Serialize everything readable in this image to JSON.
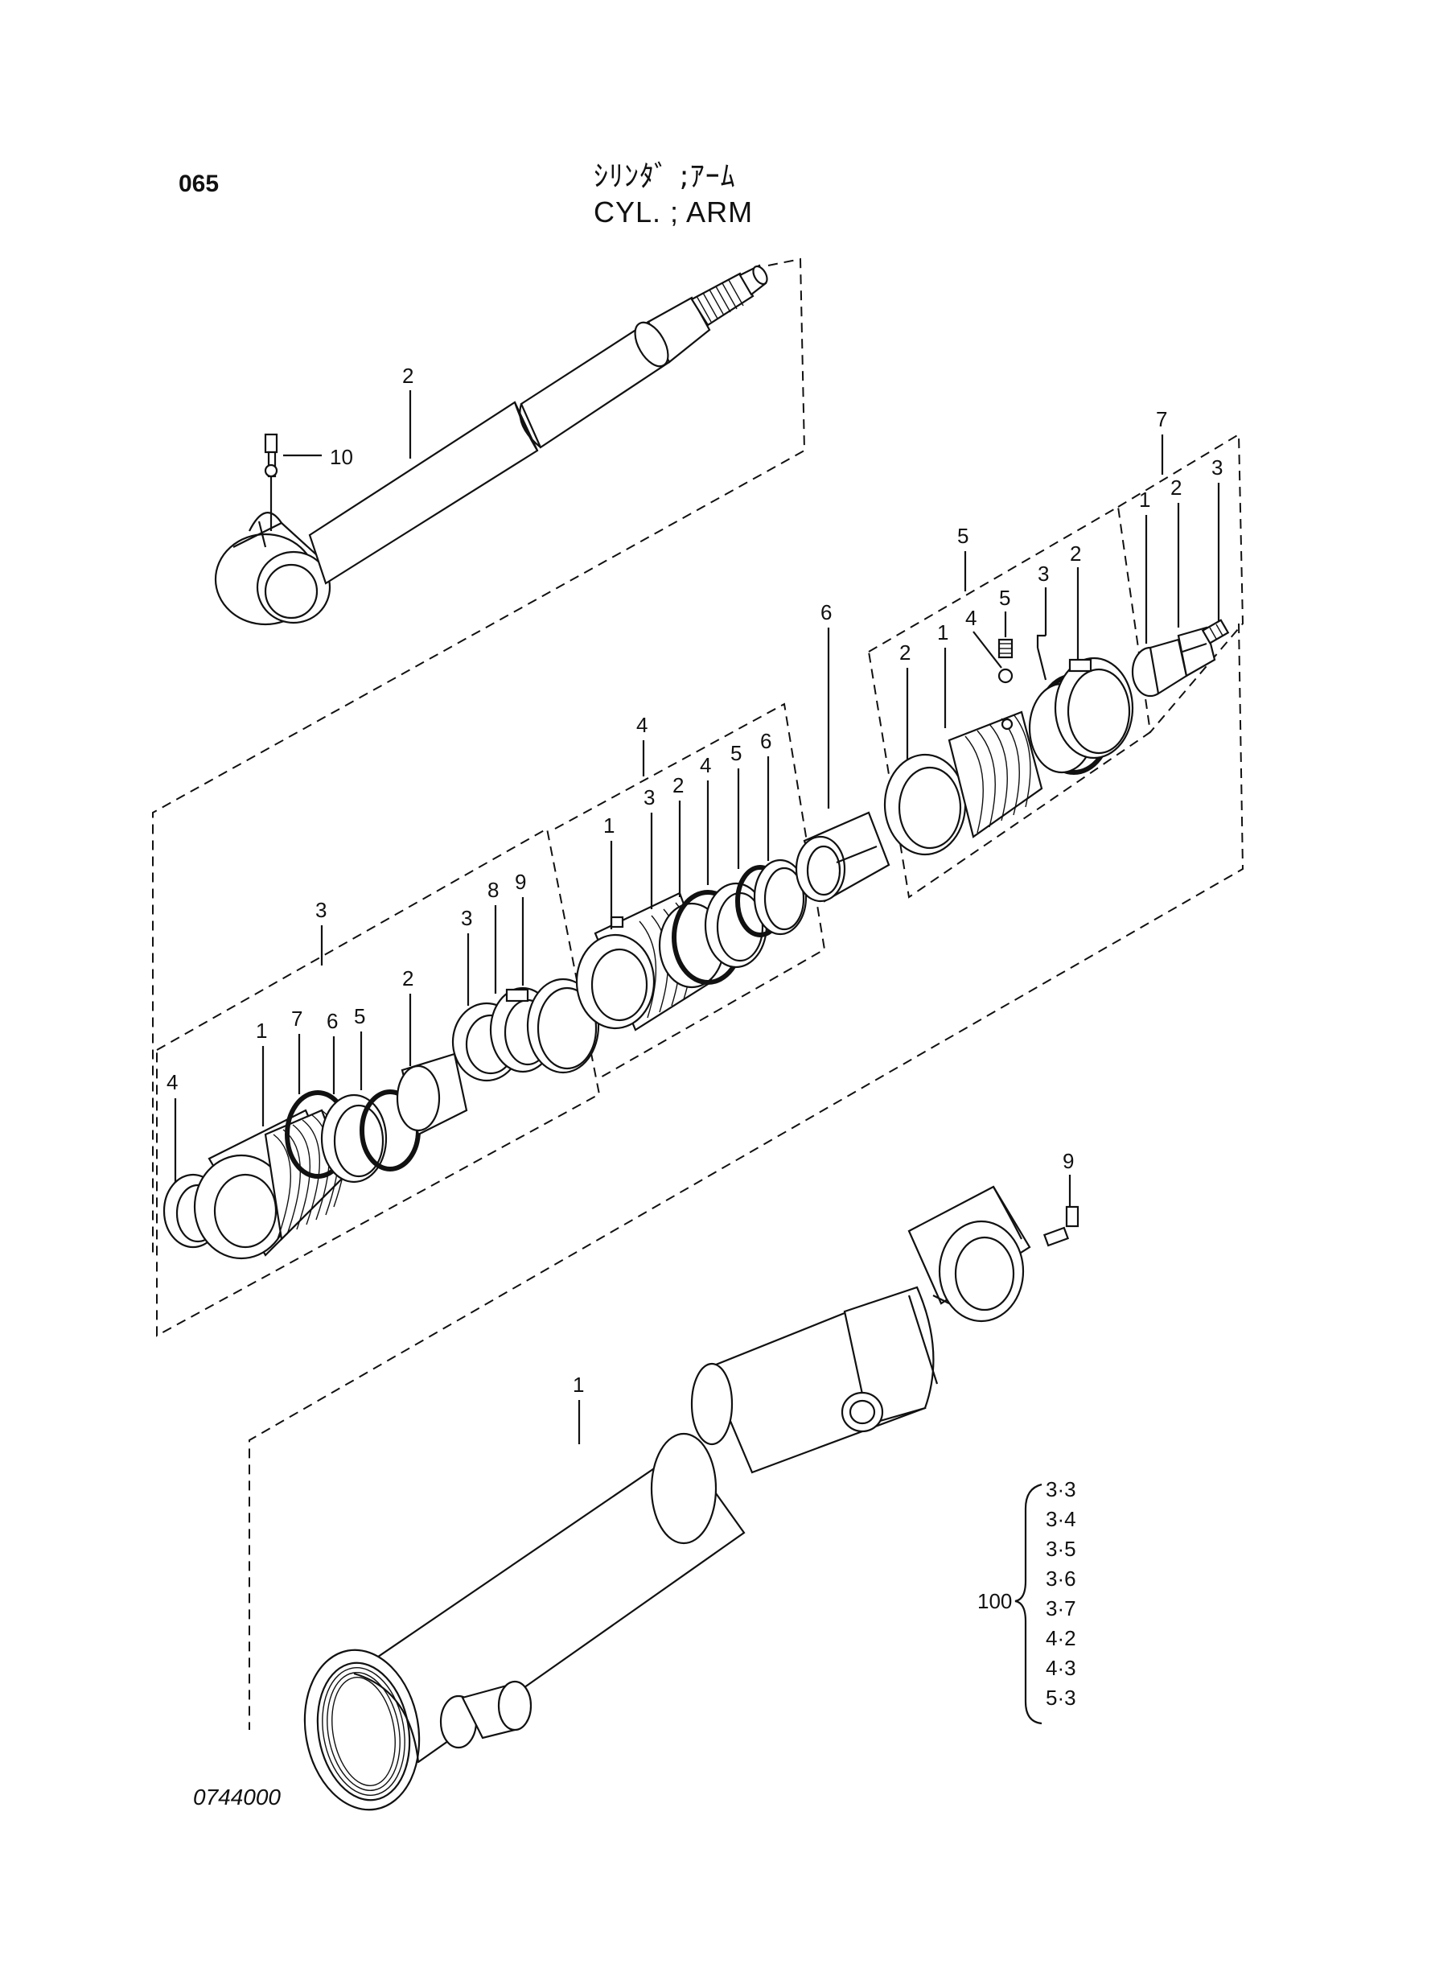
{
  "header": {
    "page_number": "065",
    "title_jp": "ｼﾘﾝﾀﾞ ;ｱｰﾑ",
    "title_en": "CYL. ; ARM"
  },
  "footer": {
    "figure_code": "0744000"
  },
  "callouts": {
    "rod_assy": {
      "rod": "2",
      "grease_fitting": "10"
    },
    "head_group": {
      "group": "3",
      "wiper": "4",
      "head": "1",
      "ring_7": "7",
      "ring_6": "6",
      "ring_5": "5",
      "bushing": "2",
      "seal_3": "3",
      "seal_8": "8",
      "ring_9": "9"
    },
    "piston_group": {
      "group": "4",
      "piston": "1",
      "ring_3": "3",
      "ring_2": "2",
      "ring_4": "4",
      "ring_5": "5",
      "ring_6": "6"
    },
    "spacer": "6",
    "cushion_group": {
      "group": "5",
      "ring_2a": "2",
      "body": "1",
      "ball": "4",
      "plug": "5",
      "ring_3": "3",
      "ring_2b": "2"
    },
    "nut_group": {
      "group": "7",
      "part_1": "1",
      "part_2": "2",
      "screw_3": "3"
    },
    "tube_assy": {
      "tube": "1",
      "grease_fitting": "9"
    }
  },
  "kit_list": {
    "label": "100",
    "items": [
      "3·3",
      "3·4",
      "3·5",
      "3·6",
      "3·7",
      "4·2",
      "4·3",
      "5·3"
    ]
  }
}
